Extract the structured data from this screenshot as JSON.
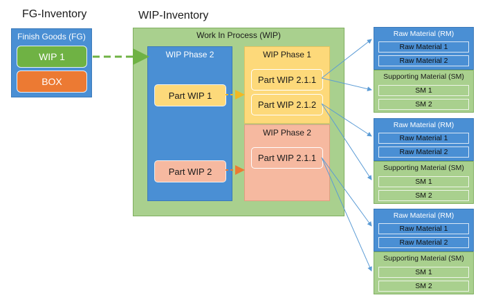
{
  "fg": {
    "title": "FG-Inventory",
    "panel_label": "Finish Goods (FG)",
    "items": [
      "WIP 1",
      "BOX"
    ]
  },
  "wip": {
    "title": "WIP-Inventory",
    "panel_label": "Work In Process (WIP)",
    "phase_left": {
      "label": "WIP Phase 2",
      "parts": [
        "Part WIP 1",
        "Part WIP 2"
      ]
    },
    "phase_top": {
      "label": "WIP Phase 1",
      "parts": [
        "Part WIP 2.1.1",
        "Part WIP 2.1.2"
      ]
    },
    "phase_bottom": {
      "label": "WIP Phase 2",
      "parts": [
        "Part WIP 2.1.1"
      ]
    }
  },
  "materials": [
    {
      "rm_label": "Raw Material (RM)",
      "rm_items": [
        "Raw Material 1",
        "Raw Material 2"
      ],
      "sm_label": "Supporting Material (SM)",
      "sm_items": [
        "SM 1",
        "SM 2"
      ]
    },
    {
      "rm_label": "Raw Material (RM)",
      "rm_items": [
        "Raw Material 1",
        "Raw Material 2"
      ],
      "sm_label": "Supporting Material (SM)",
      "sm_items": [
        "SM 1",
        "SM 2"
      ]
    },
    {
      "rm_label": "Raw Material (RM)",
      "rm_items": [
        "Raw Material 1",
        "Raw Material 2"
      ],
      "sm_label": "Supporting Material (SM)",
      "sm_items": [
        "SM 1",
        "SM 2"
      ]
    }
  ],
  "colors": {
    "blue": "#4a8fd4",
    "green": "#a9d08e",
    "green_dark": "#6fb244",
    "orange": "#ec7a33",
    "yellow": "#fdd97a",
    "salmon": "#f6b9a0",
    "connector": "#5b9bd5"
  }
}
